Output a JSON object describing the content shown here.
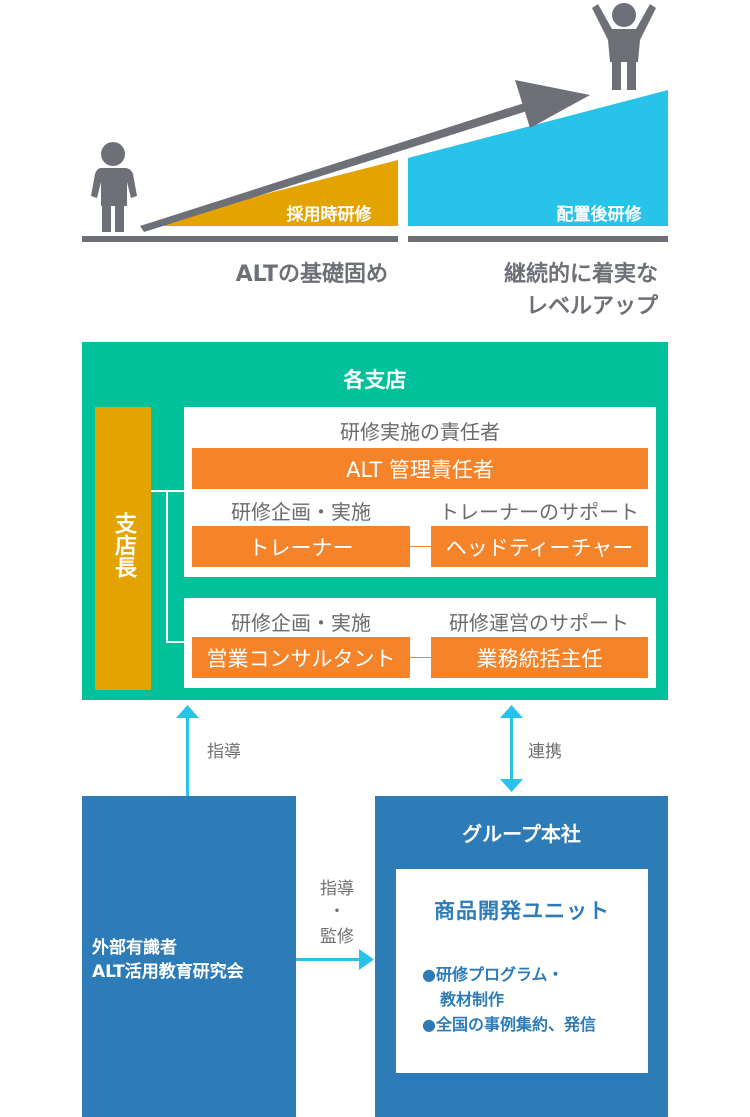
{
  "colors": {
    "gold": "#e3a301",
    "cyan": "#27c3e8",
    "green": "#00c19a",
    "orange": "#f5832a",
    "blue": "#2d7cb7",
    "grey": "#6d7077",
    "text_grey": "#6b6b6b"
  },
  "icons": [
    "person-standing-icon",
    "person-cheering-icon",
    "growth-arrow-icon"
  ],
  "growth": {
    "stage1": {
      "label": "採用時研修",
      "caption": "ALTの基礎固め"
    },
    "stage2": {
      "label": "配置後研修",
      "caption_line1": "継続的に着実な",
      "caption_line2": "レベルアップ"
    }
  },
  "branch": {
    "title": "各支店",
    "manager": "支店長",
    "top_group": {
      "header": "研修実施の責任者",
      "leader": "ALT 管理責任者",
      "left_role": "研修企画・実施",
      "left_person": "トレーナー",
      "right_role": "トレーナーのサポート",
      "right_person": "ヘッドティーチャー"
    },
    "bottom_group": {
      "left_role": "研修企画・実施",
      "left_person": "営業コンサルタント",
      "right_role": "研修運営のサポート",
      "right_person": "業務統括主任"
    }
  },
  "arrows": {
    "guide": "指導",
    "cooperate": "連携",
    "supervise_line1": "指導",
    "supervise_dot": "・",
    "supervise_line2": "監修"
  },
  "external": {
    "line1": "外部有識者",
    "line2": "ALT活用教育研究会"
  },
  "hq": {
    "title": "グループ本社",
    "unit_title": "商品開発ユニット",
    "item1_line1": "●研修プログラム・",
    "item1_line2": "教材制作",
    "item2": "●全国の事例集約、発信"
  }
}
